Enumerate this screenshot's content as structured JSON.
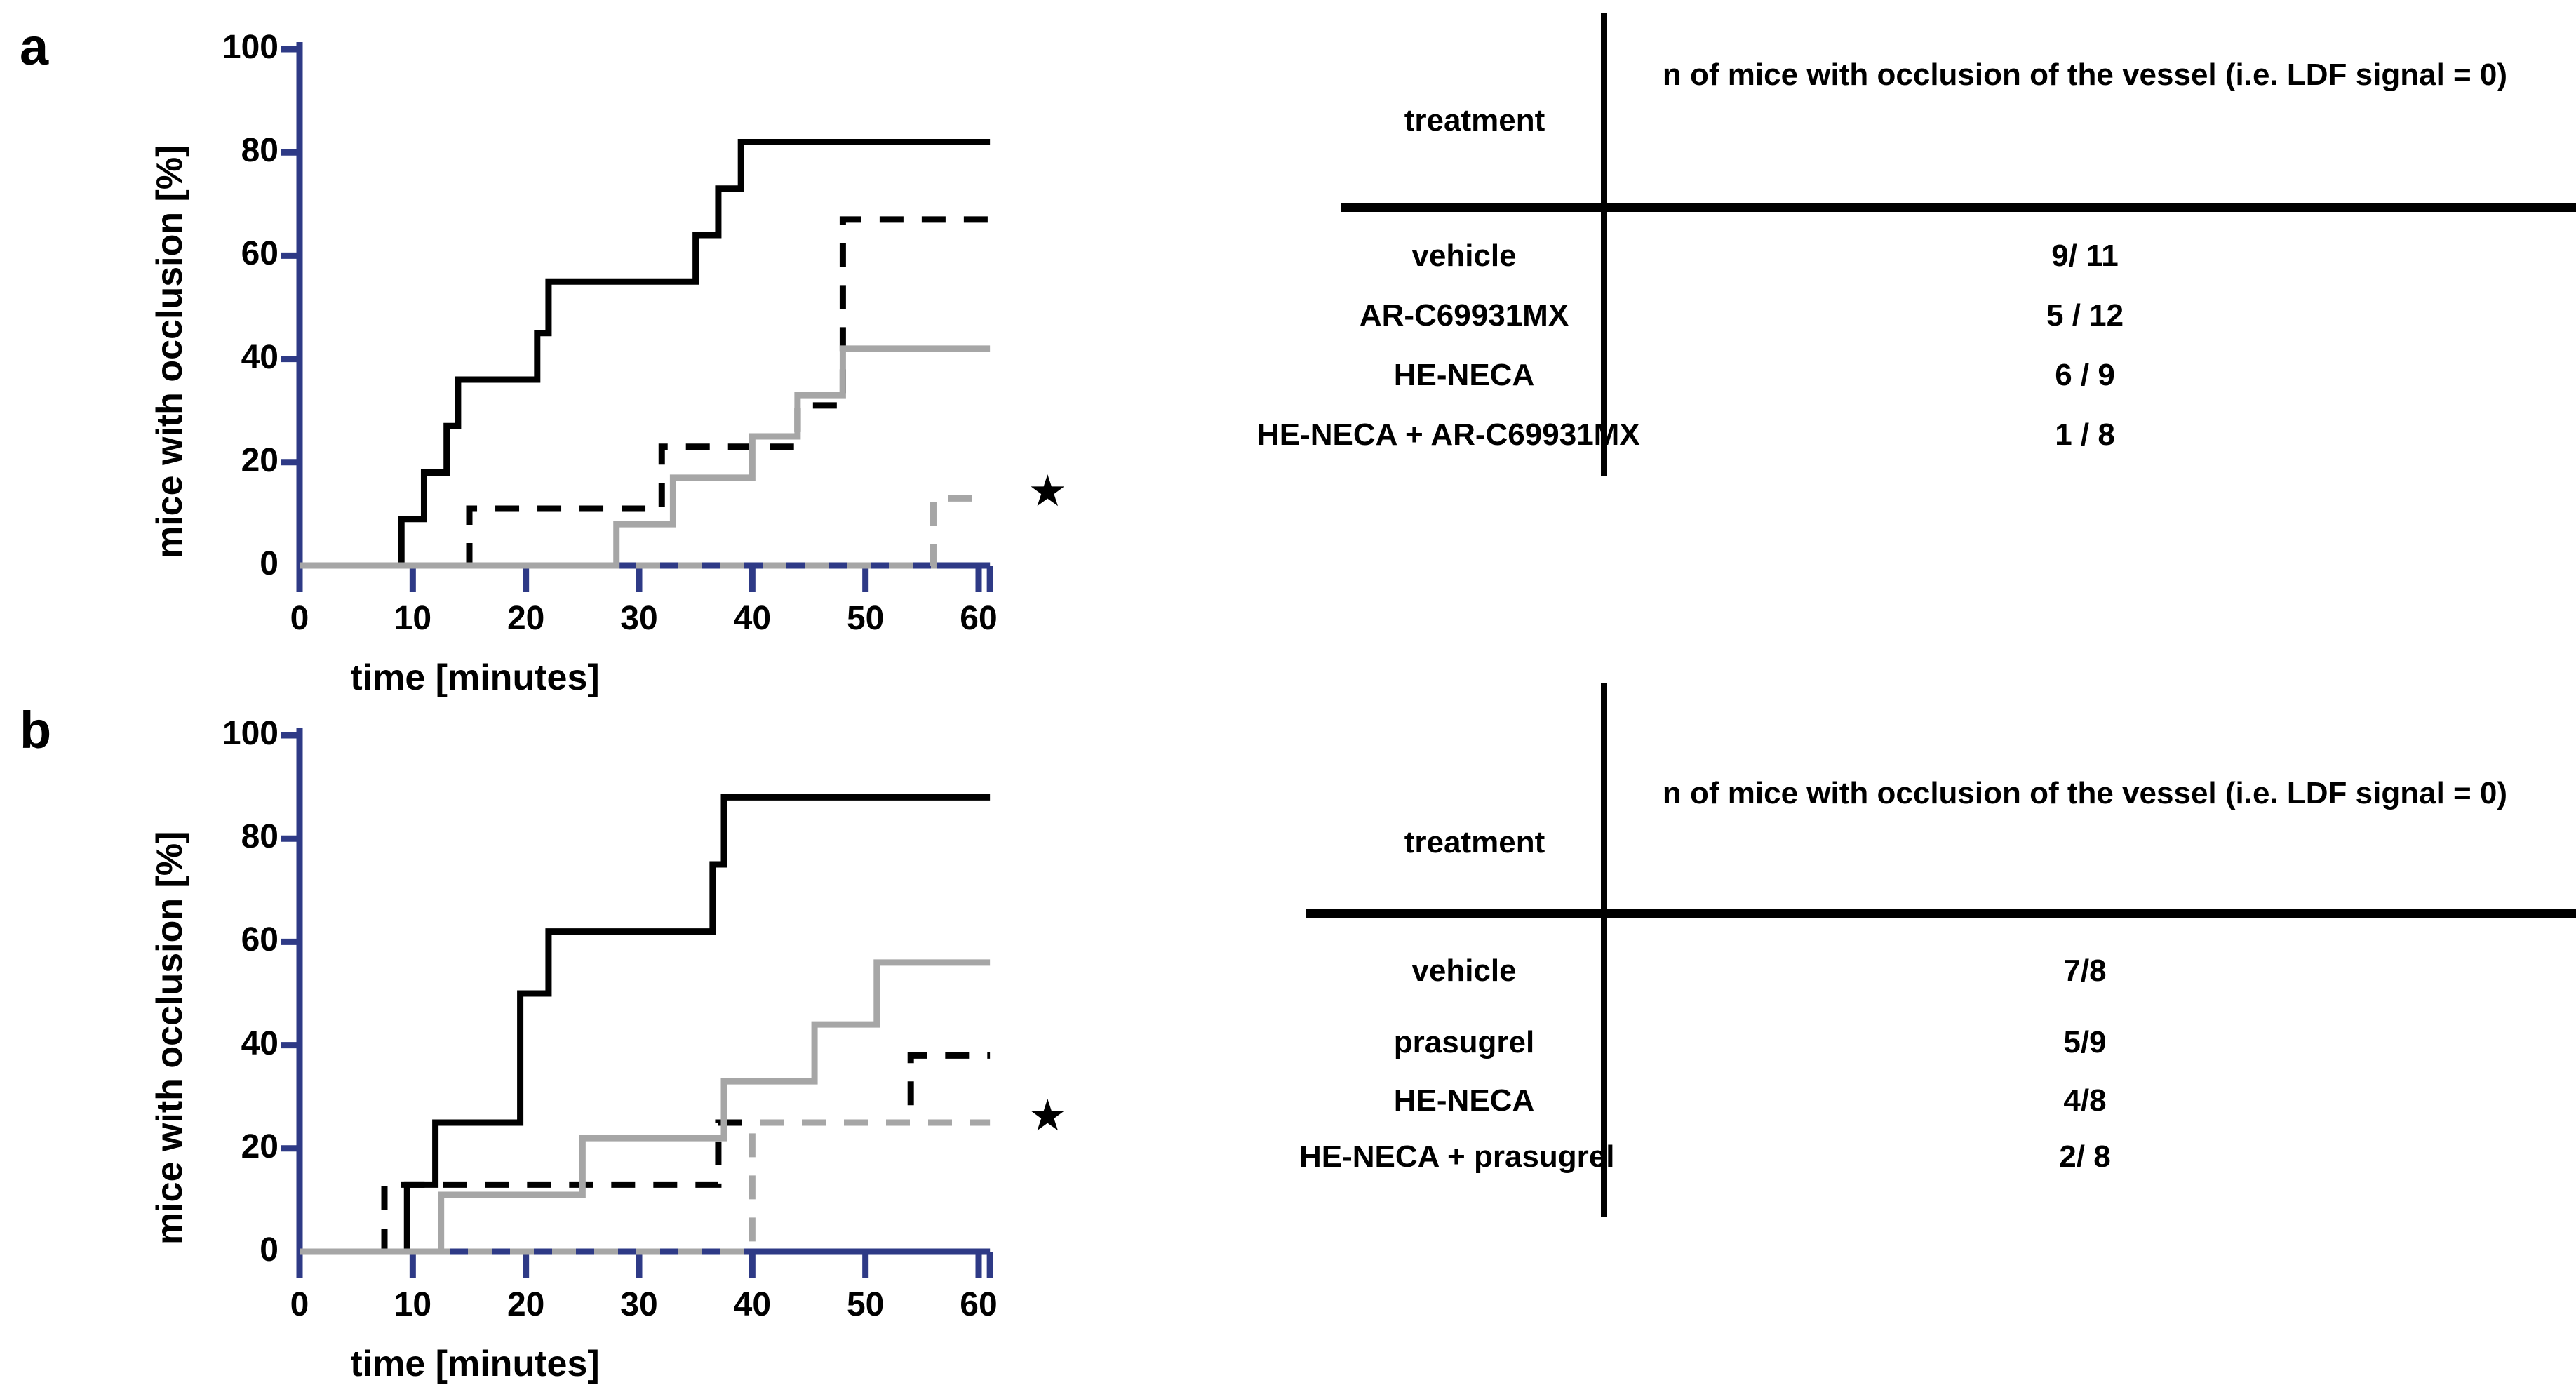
{
  "figure": {
    "panels": [
      {
        "letter": "a",
        "chart_data": {
          "type": "line",
          "subtype": "kaplan-meier-step",
          "title": "",
          "xlabel": "time [minutes]",
          "ylabel": "mice with occlusion [%]",
          "xlim": [
            0,
            60
          ],
          "ylim": [
            0,
            100
          ],
          "xticks": [
            0,
            10,
            20,
            30,
            40,
            50,
            60
          ],
          "yticks": [
            0,
            20,
            40,
            60,
            80,
            100
          ],
          "grid": false,
          "legend": "none",
          "annotations": [
            {
              "text": "★",
              "x": 64,
              "y": 13,
              "meaning": "significance-star"
            }
          ],
          "series": [
            {
              "name": "vehicle",
              "style": "solid",
              "color": "#000000",
              "steps": [
                [
                  0,
                  0
                ],
                [
                  9,
                  0
                ],
                [
                  9,
                  9
                ],
                [
                  11,
                  9
                ],
                [
                  11,
                  18
                ],
                [
                  13,
                  18
                ],
                [
                  13,
                  27
                ],
                [
                  14,
                  27
                ],
                [
                  14,
                  36
                ],
                [
                  21,
                  36
                ],
                [
                  21,
                  45
                ],
                [
                  22,
                  45
                ],
                [
                  22,
                  55
                ],
                [
                  35,
                  55
                ],
                [
                  35,
                  64
                ],
                [
                  37,
                  64
                ],
                [
                  37,
                  73
                ],
                [
                  39,
                  73
                ],
                [
                  39,
                  82
                ],
                [
                  61,
                  82
                ]
              ]
            },
            {
              "name": "AR-C69931MX",
              "style": "dashed",
              "color": "#000000",
              "steps": [
                [
                  0,
                  0
                ],
                [
                  15,
                  0
                ],
                [
                  15,
                  11
                ],
                [
                  32,
                  11
                ],
                [
                  32,
                  23
                ],
                [
                  44,
                  23
                ],
                [
                  44,
                  31
                ],
                [
                  48,
                  31
                ],
                [
                  48,
                  67
                ],
                [
                  61,
                  67
                ]
              ]
            },
            {
              "name": "HE-NECA",
              "style": "solid",
              "color": "#a6a6a6",
              "steps": [
                [
                  0,
                  0
                ],
                [
                  28,
                  0
                ],
                [
                  28,
                  8
                ],
                [
                  33,
                  8
                ],
                [
                  33,
                  17
                ],
                [
                  40,
                  17
                ],
                [
                  40,
                  25
                ],
                [
                  44,
                  25
                ],
                [
                  44,
                  33
                ],
                [
                  48,
                  33
                ],
                [
                  48,
                  42
                ],
                [
                  61,
                  42
                ]
              ]
            },
            {
              "name": "HE-NECA + AR-C69931MX",
              "style": "dashed",
              "color": "#a6a6a6",
              "steps": [
                [
                  0,
                  0
                ],
                [
                  56,
                  0
                ],
                [
                  56,
                  13
                ],
                [
                  61,
                  13
                ]
              ]
            }
          ]
        },
        "table": {
          "columns": [
            "treatment",
            "n of mice with occlusion of the vessel (i.e. LDF signal = 0)"
          ],
          "rows": [
            {
              "treatment": "vehicle",
              "value": "9/ 11"
            },
            {
              "treatment": "AR-C69931MX",
              "value": "5 / 12"
            },
            {
              "treatment": "HE-NECA",
              "value": "6 / 9"
            },
            {
              "treatment": "HE-NECA + AR-C69931MX",
              "value": "1 / 8"
            }
          ]
        }
      },
      {
        "letter": "b",
        "chart_data": {
          "type": "line",
          "subtype": "kaplan-meier-step",
          "title": "",
          "xlabel": "time [minutes]",
          "ylabel": "mice with occlusion [%]",
          "xlim": [
            0,
            60
          ],
          "ylim": [
            0,
            100
          ],
          "xticks": [
            0,
            10,
            20,
            30,
            40,
            50,
            60
          ],
          "yticks": [
            0,
            20,
            40,
            60,
            80,
            100
          ],
          "grid": false,
          "legend": "none",
          "annotations": [
            {
              "text": "★",
              "x": 64,
              "y": 25,
              "meaning": "significance-star"
            }
          ],
          "series": [
            {
              "name": "vehicle",
              "style": "solid",
              "color": "#000000",
              "steps": [
                [
                  0,
                  0
                ],
                [
                  9.5,
                  0
                ],
                [
                  9.5,
                  13
                ],
                [
                  12,
                  13
                ],
                [
                  12,
                  25
                ],
                [
                  19.5,
                  25
                ],
                [
                  19.5,
                  50
                ],
                [
                  22,
                  50
                ],
                [
                  22,
                  62
                ],
                [
                  36.5,
                  62
                ],
                [
                  36.5,
                  75
                ],
                [
                  37.5,
                  75
                ],
                [
                  37.5,
                  88
                ],
                [
                  61,
                  88
                ]
              ]
            },
            {
              "name": "prasugrel",
              "style": "dashed",
              "color": "#000000",
              "steps": [
                [
                  0,
                  0
                ],
                [
                  7.5,
                  0
                ],
                [
                  7.5,
                  13
                ],
                [
                  37,
                  13
                ],
                [
                  37,
                  25
                ],
                [
                  54,
                  25
                ],
                [
                  54,
                  38
                ],
                [
                  61,
                  38
                ]
              ]
            },
            {
              "name": "HE-NECA",
              "style": "solid",
              "color": "#a6a6a6",
              "steps": [
                [
                  0,
                  0
                ],
                [
                  12.5,
                  0
                ],
                [
                  12.5,
                  11
                ],
                [
                  25,
                  11
                ],
                [
                  25,
                  22
                ],
                [
                  37.5,
                  22
                ],
                [
                  37.5,
                  33
                ],
                [
                  45.5,
                  33
                ],
                [
                  45.5,
                  44
                ],
                [
                  51,
                  44
                ],
                [
                  51,
                  56
                ],
                [
                  61,
                  56
                ]
              ]
            },
            {
              "name": "HE-NECA + prasugrel",
              "style": "dashed",
              "color": "#a6a6a6",
              "steps": [
                [
                  0,
                  0
                ],
                [
                  40,
                  0
                ],
                [
                  40,
                  25
                ],
                [
                  61,
                  25
                ]
              ]
            }
          ]
        },
        "table": {
          "columns": [
            "treatment",
            "n of mice with occlusion of the vessel (i.e. LDF signal = 0)"
          ],
          "rows": [
            {
              "treatment": "vehicle",
              "value": "7/8"
            },
            {
              "treatment": "prasugrel",
              "value": "5/9"
            },
            {
              "treatment": "HE-NECA",
              "value": "4/8"
            },
            {
              "treatment": "HE-NECA + prasugrel",
              "value": "2/ 8"
            }
          ]
        }
      }
    ],
    "colors": {
      "axis": "#2e3a86",
      "curve_black": "#000000",
      "curve_gray": "#a6a6a6",
      "baseline_navy": "#2e3a86",
      "text": "#000000",
      "background": "#ffffff"
    }
  }
}
